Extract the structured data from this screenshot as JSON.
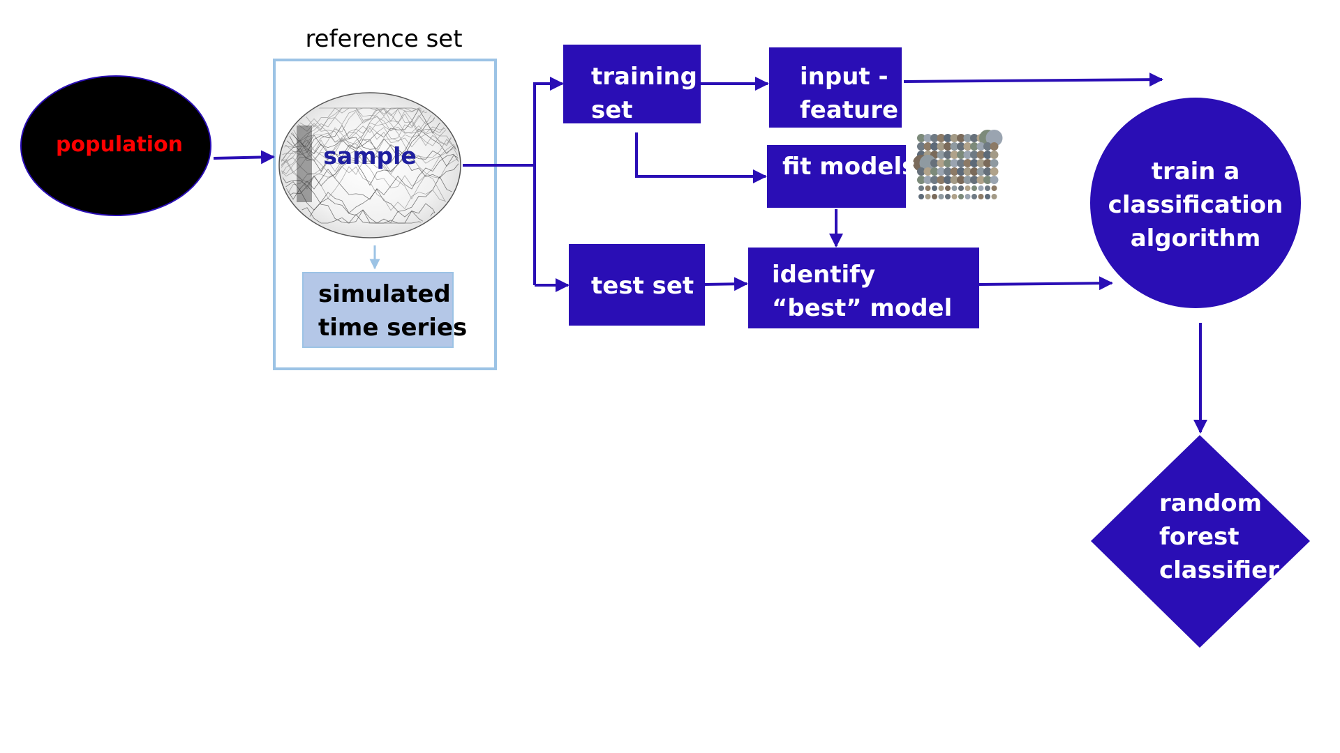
{
  "nodes": {
    "population": "population",
    "reference_set": "reference set",
    "sample": "sample",
    "simulated_time_series": [
      "simulated",
      "time series"
    ],
    "training_set": [
      "training",
      "set"
    ],
    "input_feature": [
      "input -",
      "feature"
    ],
    "fit_models": "fit models",
    "test_set": "test set",
    "identify_best_model": [
      "identify",
      "“best” model"
    ],
    "train_classification": [
      "train a",
      "classification",
      "algorithm"
    ],
    "random_forest_classifier": [
      "random",
      "forest",
      "classifier"
    ]
  },
  "colors": {
    "node_fill": "#2a0eb5",
    "arrow": "#2a0eb5",
    "population_fill": "#000000",
    "population_text": "#ff0000",
    "reference_border": "#9cc3e5",
    "simulated_fill": "#b4c7e7",
    "sample_text": "#1f1f9f"
  }
}
